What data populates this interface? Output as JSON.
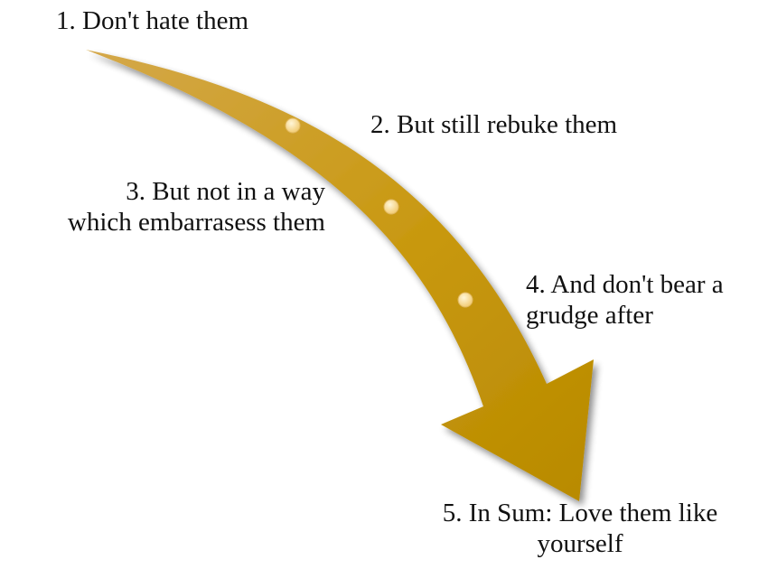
{
  "steps": [
    {
      "label": "1. Don't hate them"
    },
    {
      "label": "2. But still rebuke them"
    },
    {
      "label": "3. But not in a way\nwhich embarrasess them"
    },
    {
      "label": "4. And don't bear a\ngrudge after"
    },
    {
      "label": "5. In Sum: Love them like\nyourself"
    }
  ],
  "colors": {
    "arrow_light": "#d6a43a",
    "arrow_dark": "#b98a00",
    "marker": "#fbe3a4",
    "text": "#111111"
  }
}
